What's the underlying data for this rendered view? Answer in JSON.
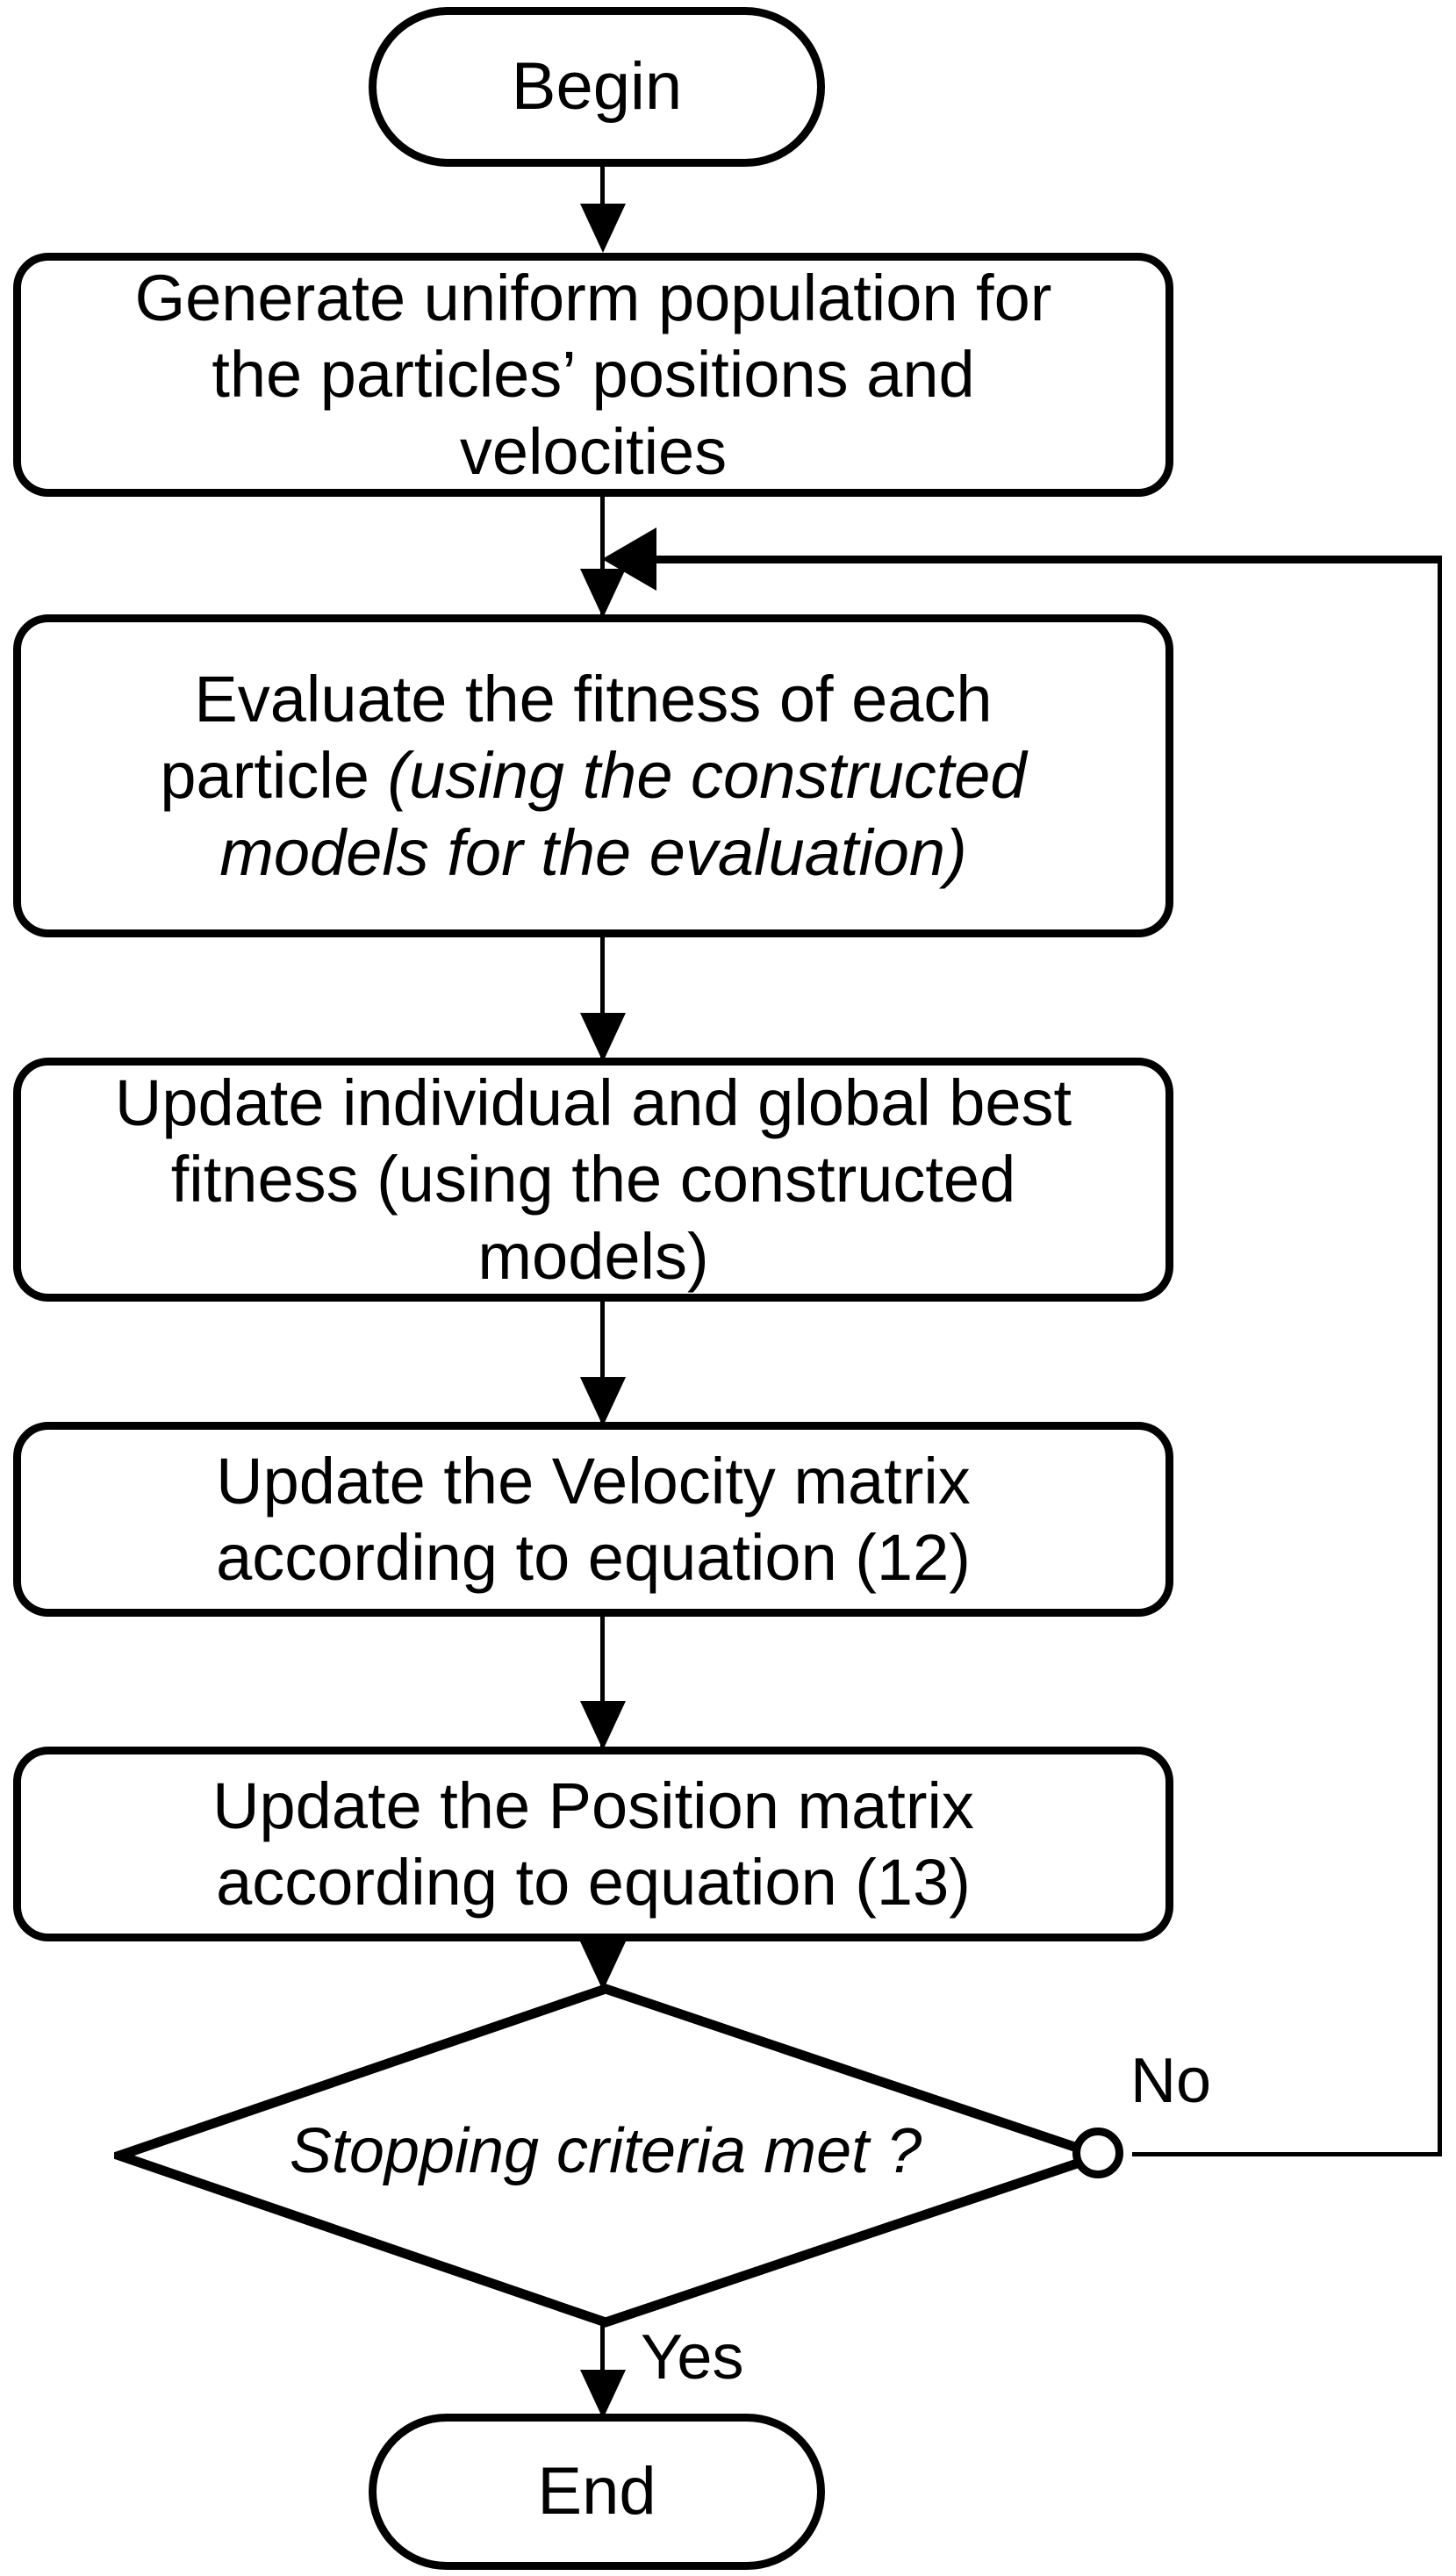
{
  "diagram": {
    "title": "PSO algorithm flowchart",
    "background_color": "#ffffff",
    "stroke_color": "#000000"
  },
  "nodes": {
    "begin": {
      "label": "Begin",
      "shape": "terminator"
    },
    "generate": {
      "line1": "Generate uniform population for",
      "line2": "the particles’ positions and",
      "line3": "velocities",
      "shape": "process"
    },
    "evaluate": {
      "line1_plain": "Evaluate the fitness of each",
      "line2_plain": "particle ",
      "line2_italic": "(using the constructed",
      "line3_italic": "models for the evaluation)",
      "shape": "process"
    },
    "update_best": {
      "line1": "Update individual and global best",
      "line2": "fitness (using the constructed",
      "line3": "models)",
      "shape": "process"
    },
    "update_velocity": {
      "line1": "Update the Velocity matrix",
      "line2": "according to equation (12)",
      "shape": "process"
    },
    "update_position": {
      "line1": "Update the Position matrix",
      "line2": "according to equation (13)",
      "shape": "process"
    },
    "decision": {
      "label": "Stopping criteria met ?",
      "shape": "diamond"
    },
    "end": {
      "label": "End",
      "shape": "terminator"
    }
  },
  "edges": {
    "no_label": "No",
    "yes_label": "Yes"
  }
}
